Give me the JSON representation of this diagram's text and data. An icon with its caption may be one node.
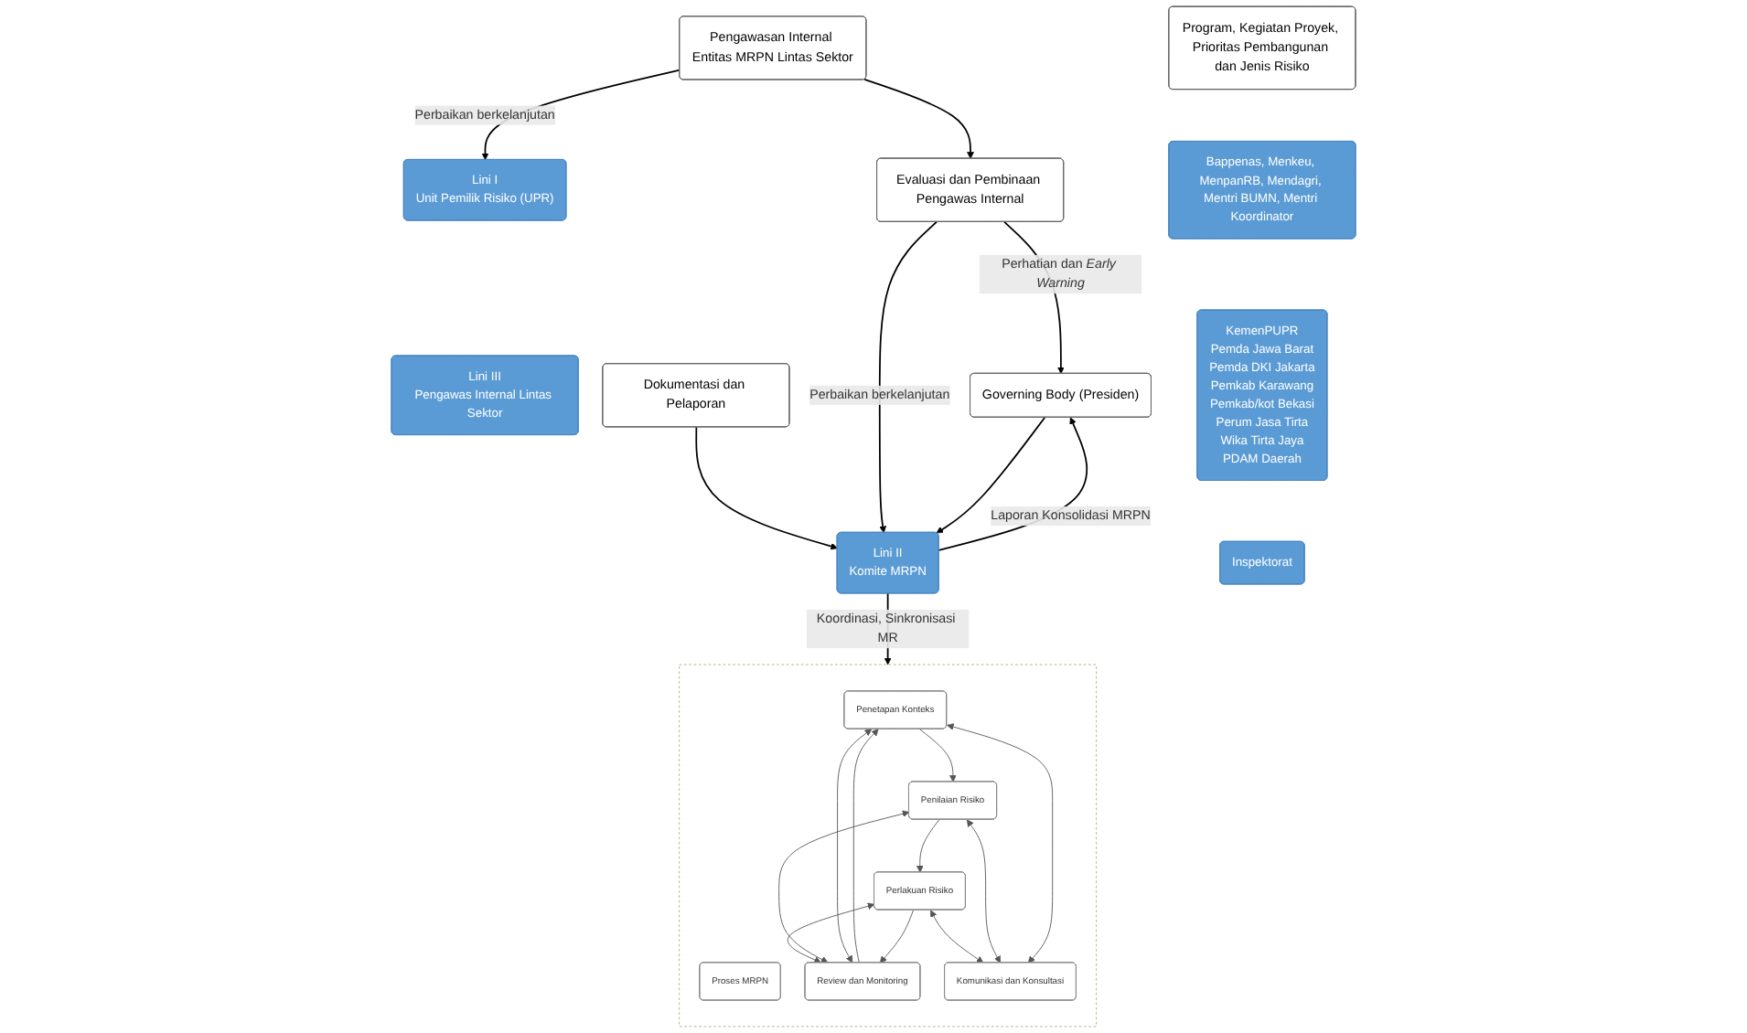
{
  "diagram": {
    "nodes": [
      {
        "text": [
          "Governing Body (Presiden)"
        ]
      },
      {
        "text": [
          "Program, Kegiatan Proyek, Prioritas Pembangunan dan Jenis Risiko"
        ]
      },
      {
        "text": [
          "Bappenas, Menkeu, MenpanRB, Mendagri, Mentri BUMN, Mentri Koordinator"
        ]
      },
      {
        "text": [
          "Lini II",
          "Komite MRPN"
        ]
      },
      {
        "text": [],
        "shape": "box"
      },
      {
        "text": [
          "Proses MRPN"
        ],
        "in": 4
      },
      {
        "text": [
          "Review dan Monitoring"
        ],
        "in": 4
      },
      {
        "text": [
          "Penetapan Konteks"
        ],
        "in": 4
      },
      {
        "text": [
          "Penilaian Risiko"
        ],
        "in": 4
      },
      {
        "text": [
          "Perlakuan Risiko"
        ],
        "in": 4
      },
      {
        "text": [
          "Komunikasi dan Konsultasi"
        ],
        "in": 4
      },
      {
        "text": [
          "Dokumentasi dan Pelaporan"
        ]
      },
      {
        "text": [
          "KemenPUPR",
          "Pemda Jawa Barat",
          "Pemda DKI Jakarta",
          "Pemkab Karawang",
          "Pemkab/kot Bekasi",
          "Perum Jasa Tirta",
          "Wika Tirta Jaya",
          "PDAM Daerah"
        ]
      },
      {
        "text": [
          "Lini I",
          "Unit Pemilik Risiko (UPR)"
        ]
      },
      {
        "text": [
          "Inspektorat"
        ]
      },
      {
        "text": [
          "Lini III",
          "Pengawas Internal Lintas Sektor"
        ]
      },
      {
        "text": [
          "Pengawasan Internal Entitas MRPN Lintas Sektor"
        ]
      },
      {
        "text": [
          "Evaluasi dan Pembinaan Pengawas Internal"
        ]
      }
    ],
    "edges": [
      {
        "from": 0,
        "to": 3,
        "arrow": "to"
      },
      {
        "from": 3,
        "to": 0,
        "arrow": "to",
        "label": "Laporan Konsolidasi MRPN"
      },
      {
        "from": 3,
        "to": 4,
        "arrow": "to",
        "label": "Koordinasi, Sinkronisasi MR"
      },
      {
        "from": 11,
        "to": 3,
        "arrow": "to"
      },
      {
        "from": 17,
        "to": 3,
        "arrow": "to",
        "label": "Perbaikan berkelanjutan"
      },
      {
        "from": 17,
        "to": 0,
        "arrow": "to",
        "label": "Perhatian dan *Early Warning*"
      },
      {
        "from": 16,
        "to": 13,
        "arrow": "to",
        "label": "Perbaikan berkelanjutan"
      },
      {
        "from": 16,
        "to": 17,
        "arrow": "to"
      },
      {
        "from": 7,
        "to": 8,
        "arrow": "to"
      },
      {
        "from": 8,
        "to": 9,
        "arrow": "to"
      },
      {
        "from": 9,
        "to": 6,
        "arrow": "to"
      },
      {
        "from": 6,
        "to": 7,
        "arrow": "to"
      },
      {
        "from": 6,
        "to": 7,
        "arrow": "both"
      },
      {
        "from": 6,
        "to": 8,
        "arrow": "both"
      },
      {
        "from": 6,
        "to": 9,
        "arrow": "both"
      },
      {
        "from": 7,
        "to": 10,
        "arrow": "both"
      },
      {
        "from": 8,
        "to": 10,
        "arrow": "both"
      },
      {
        "from": 9,
        "to": 10,
        "arrow": "both"
      }
    ]
  }
}
